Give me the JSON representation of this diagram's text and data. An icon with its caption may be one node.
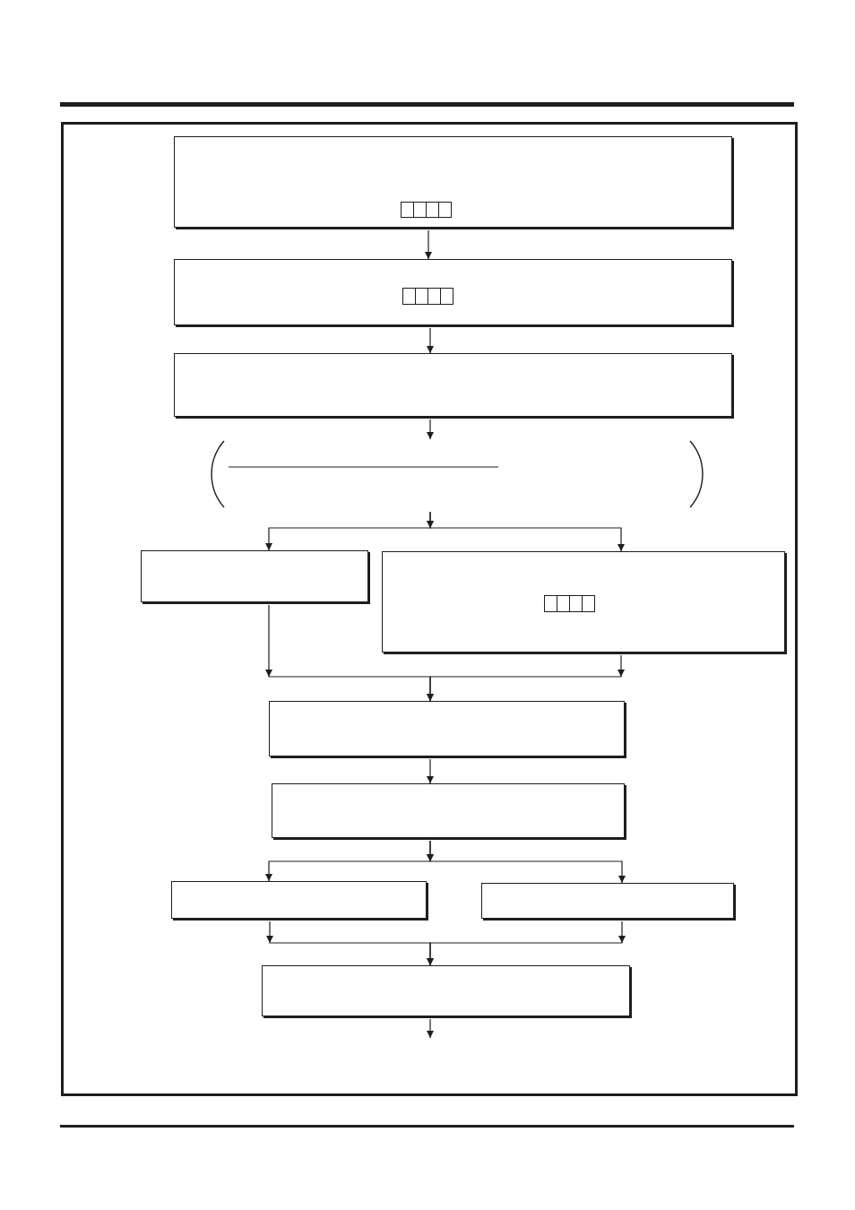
{
  "diagram": {
    "nodes": [
      {
        "text": [],
        "shape": "box"
      },
      {
        "text": [],
        "shape": "box"
      },
      {
        "text": [],
        "shape": "box"
      },
      {
        "text": [],
        "shape": "bracket"
      },
      {
        "text": [],
        "shape": "box"
      },
      {
        "text": [],
        "shape": "box"
      },
      {
        "text": [],
        "shape": "box"
      },
      {
        "text": [],
        "shape": "box"
      },
      {
        "text": [],
        "shape": "box"
      },
      {
        "text": [],
        "shape": "box"
      },
      {
        "text": [],
        "shape": "box"
      }
    ],
    "edges": [
      {
        "from": 0,
        "to": 1,
        "arrow": "to"
      },
      {
        "from": 1,
        "to": 2,
        "arrow": "to"
      },
      {
        "from": 2,
        "to": 3,
        "arrow": "to"
      },
      {
        "from": 3,
        "to": 4,
        "arrow": "to"
      },
      {
        "from": 3,
        "to": 5,
        "arrow": "to"
      },
      {
        "from": 4,
        "to": 6,
        "arrow": "to"
      },
      {
        "from": 5,
        "to": 6,
        "arrow": "to"
      },
      {
        "from": 6,
        "to": 7,
        "arrow": "to"
      },
      {
        "from": 7,
        "to": 8,
        "arrow": "to"
      },
      {
        "from": 7,
        "to": 9,
        "arrow": "to"
      },
      {
        "from": 8,
        "to": 10,
        "arrow": "to"
      },
      {
        "from": 9,
        "to": 10,
        "arrow": "to"
      },
      {
        "from": 10,
        "to": null,
        "arrow": "to"
      }
    ]
  }
}
